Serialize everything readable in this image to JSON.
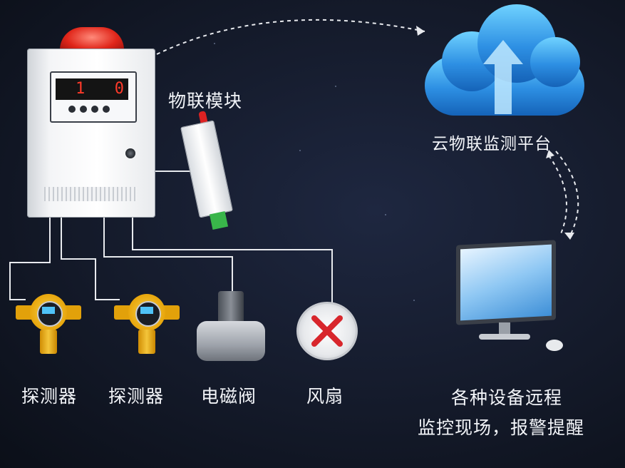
{
  "labels": {
    "iot_module": "物联模块",
    "cloud_platform": "云物联监测平台",
    "detector_1": "探测器",
    "detector_2": "探测器",
    "solenoid_valve": "电磁阀",
    "fan": "风扇",
    "remote_line_1": "各种设备远程",
    "remote_line_2": "监控现场，报警提醒"
  },
  "controller_display": {
    "left_digit": "1",
    "right_digit": "0"
  },
  "colors": {
    "background": "#141a2a",
    "label_text": "#f2f4f8",
    "wire": "#e8eaee",
    "beacon": "#e0261a",
    "cloud": "#2d8fe3",
    "detector": "#e8a60c",
    "display_digits": "#ff3a2a"
  },
  "icons": [
    "alarm-controller-icon",
    "beacon-light-icon",
    "iot-module-icon",
    "cloud-upload-icon",
    "gas-detector-icon",
    "solenoid-valve-icon",
    "exhaust-fan-icon",
    "computer-monitor-icon",
    "mouse-icon"
  ]
}
